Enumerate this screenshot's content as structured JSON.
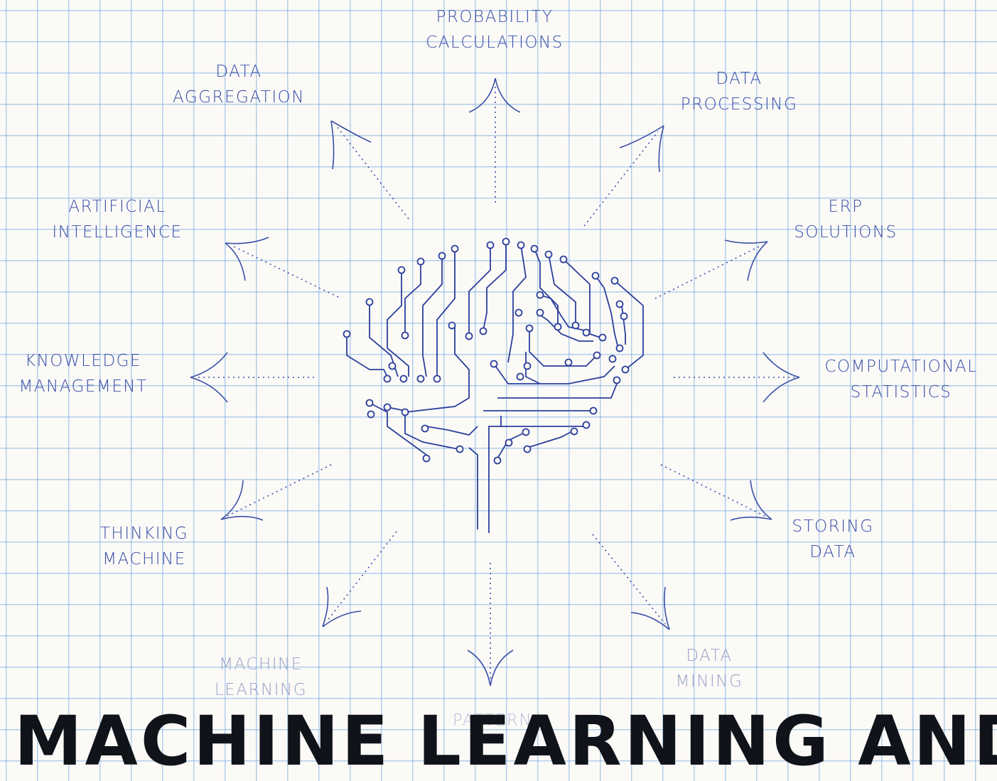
{
  "colors": {
    "ink": "#3b4fa8",
    "grid": "#78aae1",
    "paper": "#fbfaf7",
    "headline": "#101319"
  },
  "labels": {
    "probability": [
      "PROBABILITY",
      "CALCULATIONS"
    ],
    "aggregation": [
      "DATA",
      "AGGREGATION"
    ],
    "processing": [
      "DATA",
      "PROCESSING"
    ],
    "ai": [
      "ARTIFICIAL",
      "INTELLIGENCE"
    ],
    "erp": [
      "ERP",
      "SOLUTIONS"
    ],
    "knowledge": [
      "KNOWLEDGE",
      "MANAGEMENT"
    ],
    "computational": [
      "COMPUTATIONAL",
      "STATISTICS"
    ],
    "thinking": [
      "THINKING",
      "MACHINE"
    ],
    "storing": [
      "STORING",
      "DATA"
    ],
    "ml": [
      "MACHINE",
      "LEARNING"
    ],
    "mining": [
      "DATA",
      "MINING"
    ],
    "pattern": [
      "PATTERN"
    ]
  },
  "headline": "MACHINE LEARNING AND"
}
